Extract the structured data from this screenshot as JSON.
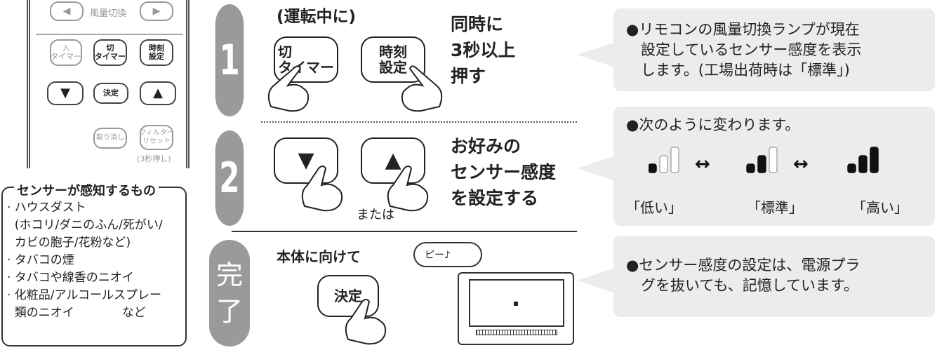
{
  "remote": {
    "fan_label": "風量切換",
    "on_timer": "入\nタイマー",
    "off_timer": "切\nタイマー",
    "clock_set": "時刻\n設定",
    "decide": "決定",
    "cancel": "取り消し",
    "filter_reset": "フィルター\nリセット",
    "hold_note": "(3秒押し)"
  },
  "sensor": {
    "title": "センサーが感知するもの",
    "items": [
      "· ハウスダスト",
      "  (ホコリ/ダニのふん/死がい/",
      "  カビの胞子/花粉など)",
      "· タバコの煙",
      "· タバコや線香のニオイ",
      "· 化粧品/アルコールスプレー",
      "  類のニオイ　　　　など"
    ]
  },
  "step1": {
    "badge": "1",
    "heading": "(運転中に)",
    "key_off": "切\nタイマー",
    "key_clock": "時刻\n設定",
    "instruction": [
      "同時に",
      "3秒以上",
      "押す"
    ]
  },
  "step2": {
    "badge": "2",
    "or_text": "または",
    "instruction": [
      "お好みの",
      "センサー感度",
      "を設定する"
    ]
  },
  "step3": {
    "badge": [
      "完",
      "了"
    ],
    "heading": "本体に向けて",
    "key_decide": "決定",
    "beep": "ピー♪"
  },
  "info": {
    "panel1": [
      "●リモコンの風量切換ランプが現在",
      "　設定しているセンサー感度を表示",
      "　します。(工場出荷時は「標準」)"
    ],
    "panel2": {
      "text": "●次のように変わります。",
      "arrow_symbol": "↔",
      "levels": [
        {
          "label": "「低い」",
          "filled": 1
        },
        {
          "label": "「標準」",
          "filled": 2
        },
        {
          "label": "「高い」",
          "filled": 3
        }
      ]
    },
    "panel3": [
      "●センサー感度の設定は、電源プラ",
      "　グを抜いても、記憶しています。"
    ]
  },
  "colors": {
    "badge": "#9a9a9a",
    "panel": "#ececec",
    "ink": "#222222"
  }
}
